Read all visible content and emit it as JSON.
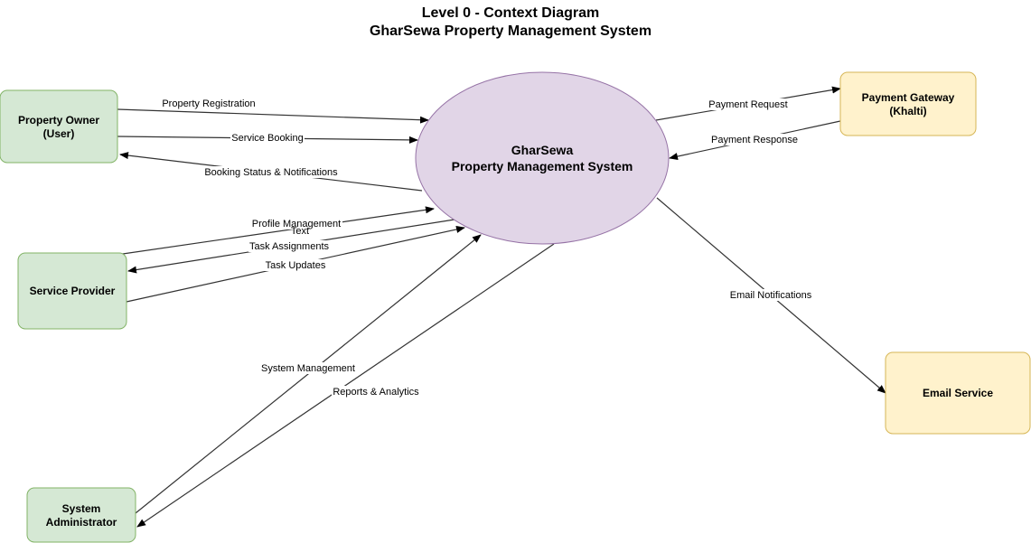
{
  "title": {
    "line1": "Level 0 - Context Diagram",
    "line2": "GharSewa Property Management System"
  },
  "process": {
    "line1": "GharSewa",
    "line2": "Property Management System"
  },
  "entities": {
    "property_owner": {
      "line1": "Property Owner",
      "line2": "(User)"
    },
    "service_provider": {
      "line1": "Service Provider"
    },
    "system_admin": {
      "line1": "System",
      "line2": "Administrator"
    },
    "payment_gateway": {
      "line1": "Payment Gateway",
      "line2": "(Khalti)"
    },
    "email_service": {
      "line1": "Email Service"
    }
  },
  "flows": {
    "property_registration": "Property Registration",
    "service_booking": "Service Booking",
    "booking_status": "Booking Status & Notifications",
    "profile_management": "Profile Management",
    "text": "Text",
    "task_assignments": "Task Assignments",
    "task_updates": "Task Updates",
    "system_management": "System Management",
    "reports_analytics": "Reports & Analytics",
    "payment_request": "Payment Request",
    "payment_response": "Payment Response",
    "email_notifications": "Email Notifications"
  },
  "colors": {
    "process_fill": "#e1d5e7",
    "process_stroke": "#9673a6",
    "user_fill": "#d5e8d4",
    "user_stroke": "#82b366",
    "external_fill": "#fff2cc",
    "external_stroke": "#d6b656"
  }
}
